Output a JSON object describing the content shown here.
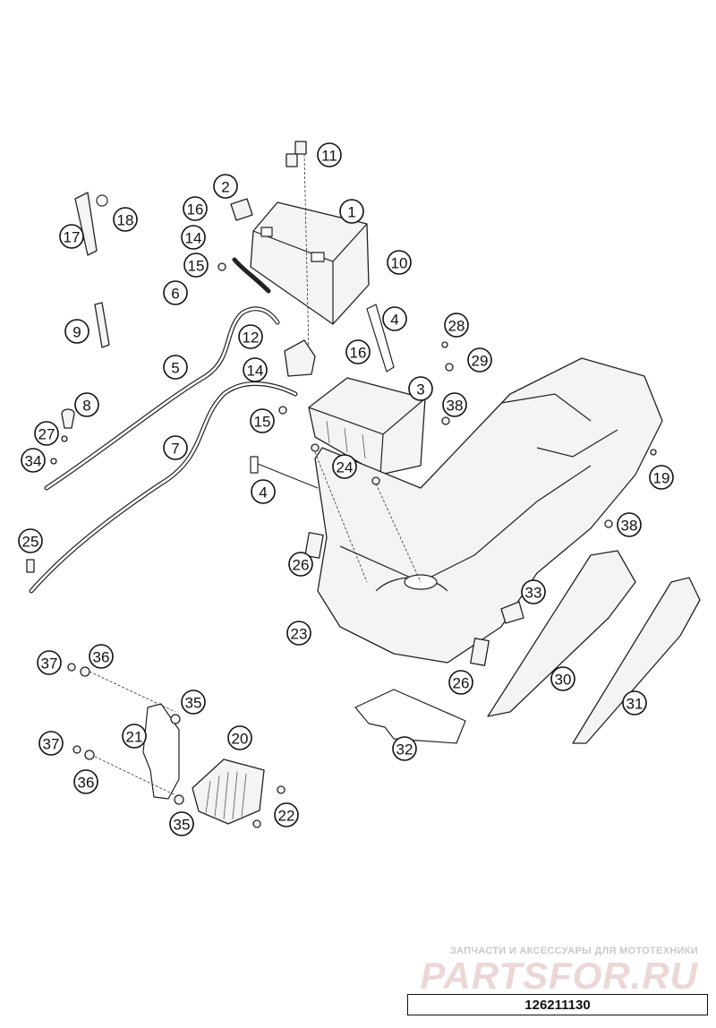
{
  "diagram": {
    "number": "126211130",
    "callout_labels": [
      "1",
      "2",
      "3",
      "4",
      "5",
      "6",
      "7",
      "8",
      "9",
      "10",
      "11",
      "12",
      "14",
      "15",
      "16",
      "17",
      "18",
      "19",
      "20",
      "21",
      "22",
      "23",
      "24",
      "25",
      "26",
      "27",
      "28",
      "29",
      "30",
      "31",
      "32",
      "33",
      "34",
      "35",
      "36",
      "37",
      "38"
    ]
  },
  "callouts": [
    {
      "label": "11"
    },
    {
      "label": "2"
    },
    {
      "label": "1"
    },
    {
      "label": "16"
    },
    {
      "label": "14"
    },
    {
      "label": "15"
    },
    {
      "label": "6"
    },
    {
      "label": "10"
    },
    {
      "label": "17"
    },
    {
      "label": "18"
    },
    {
      "label": "9"
    },
    {
      "label": "12"
    },
    {
      "label": "4"
    },
    {
      "label": "28"
    },
    {
      "label": "5"
    },
    {
      "label": "14"
    },
    {
      "label": "16"
    },
    {
      "label": "29"
    },
    {
      "label": "3"
    },
    {
      "label": "8"
    },
    {
      "label": "15"
    },
    {
      "label": "38"
    },
    {
      "label": "27"
    },
    {
      "label": "7"
    },
    {
      "label": "34"
    },
    {
      "label": "24"
    },
    {
      "label": "19"
    },
    {
      "label": "4"
    },
    {
      "label": "38"
    },
    {
      "label": "25"
    },
    {
      "label": "26"
    },
    {
      "label": "33"
    },
    {
      "label": "23"
    },
    {
      "label": "37"
    },
    {
      "label": "36"
    },
    {
      "label": "26"
    },
    {
      "label": "30"
    },
    {
      "label": "35"
    },
    {
      "label": "31"
    },
    {
      "label": "21"
    },
    {
      "label": "20"
    },
    {
      "label": "37"
    },
    {
      "label": "32"
    },
    {
      "label": "36"
    },
    {
      "label": "22"
    },
    {
      "label": "35"
    }
  ],
  "watermark": {
    "tagline": "ЗАПЧАСТИ И АКСЕССУАРЫ ДЛЯ МОТОТЕХНИКИ",
    "logo": "PARTSFOR.RU"
  }
}
